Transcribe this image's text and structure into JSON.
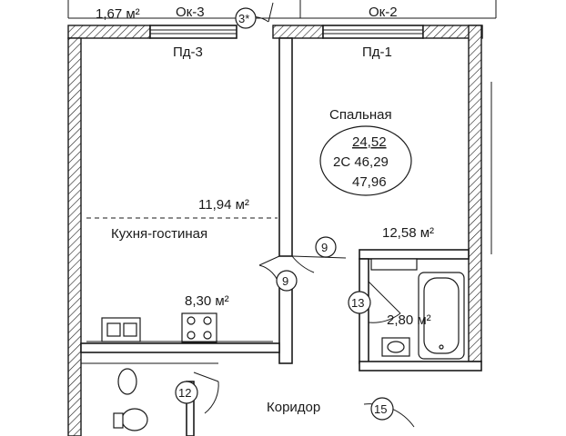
{
  "plan": {
    "top_area": "1,67 м²",
    "windows": [
      "Ок-3",
      "Ок-2"
    ],
    "sills": [
      "Пд-3",
      "Пд-1"
    ],
    "rooms": {
      "bedroom": {
        "name": "Спальная",
        "area": "12,58 м²"
      },
      "kitchen": {
        "name": "Кухня-гостиная",
        "area_living": "11,94 м²",
        "area_kitchen": "8,30 м²"
      },
      "bathroom": {
        "area": "2,80 м²"
      },
      "corridor": {
        "name": "Коридор"
      }
    },
    "apartment": {
      "living_area": "24,52",
      "type_area": "2С 46,29",
      "total_area": "47,96"
    },
    "markers": [
      "3*",
      "9",
      "9",
      "13",
      "12",
      "15"
    ]
  }
}
